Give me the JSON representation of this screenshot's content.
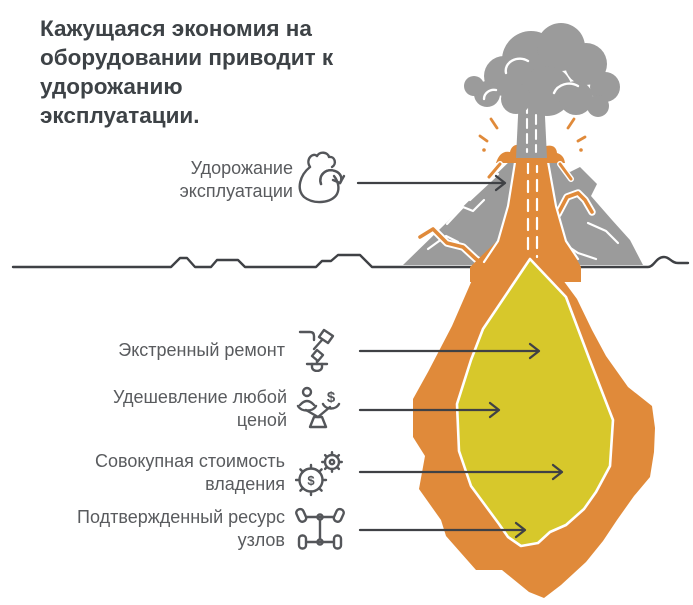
{
  "title": "Кажущаяся экономия на\nоборудовании приводит к\nудорожанию\nэксплуатации.",
  "surface_label": {
    "text": "Удорожание\nэксплуатации",
    "icon": "money-bag-cycle-icon"
  },
  "underground_labels": [
    {
      "text": "Экстренный ремонт",
      "icon": "emergency-repair-icon"
    },
    {
      "text": "Удешевление любой\nценой",
      "icon": "cost-cutting-scales-icon"
    },
    {
      "text": "Совокупная стоимость\nвладения",
      "icon": "ownership-cost-gears-icon"
    },
    {
      "text": "Подтвержденный ресурс\nузлов",
      "icon": "chassis-units-icon"
    }
  ],
  "colors": {
    "mountain_gray": "#9b9b9b",
    "lava_orange": "#e08a3a",
    "magma_yellow": "#d7c82b",
    "line_dark": "#3f4145",
    "label_text": "#595b5e",
    "title_text": "#3d4246",
    "icon_stroke": "#54565a"
  }
}
